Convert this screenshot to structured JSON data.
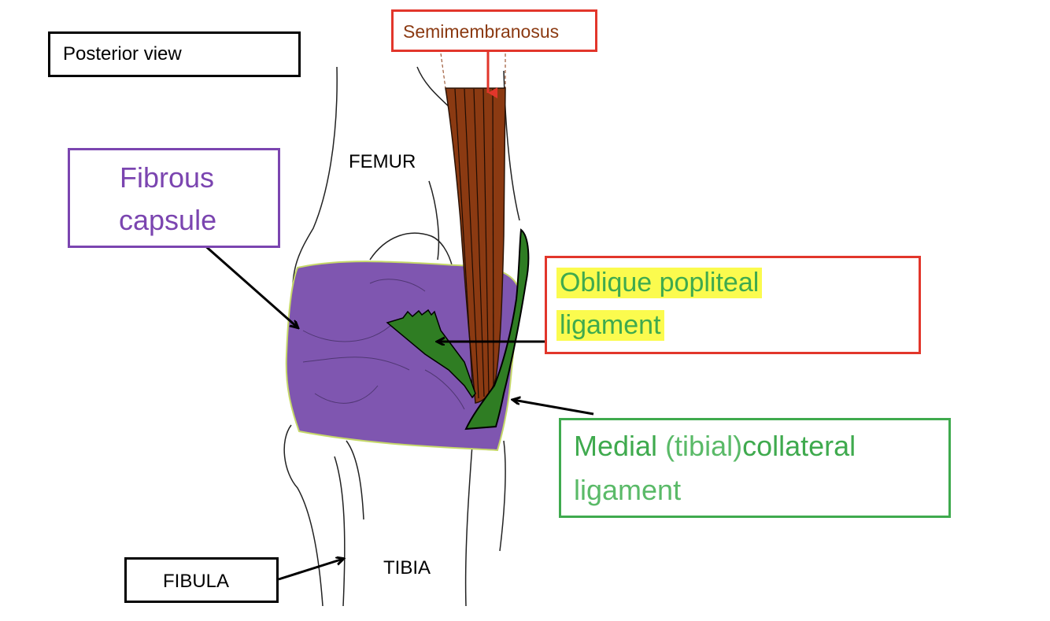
{
  "view_label": "Posterior view",
  "labels": {
    "femur": "FEMUR",
    "tibia": "TIBIA",
    "fibula": "FIBULA",
    "semimembranosus": "Semimembranosus",
    "fibrous_capsule": {
      "line1": "Fibrous",
      "line2": "capsule"
    },
    "oblique_popliteal": {
      "line1": "Oblique popliteal",
      "line2": "ligament"
    },
    "medial_collateral": {
      "medial": "Medial ",
      "tibial": "(tibial)",
      "collateral": "collateral",
      "line2": "ligament"
    }
  },
  "colors": {
    "capsule_purple": "#7f56b0",
    "ligament_green": "#2f7d23",
    "muscle_brown": "#8b3a12",
    "red_box": "#e2362b",
    "green_box": "#3faa4e",
    "purple_box": "#7b45b0",
    "highlight": "#fbfb4e"
  },
  "icons": [
    "arrow-icon"
  ]
}
